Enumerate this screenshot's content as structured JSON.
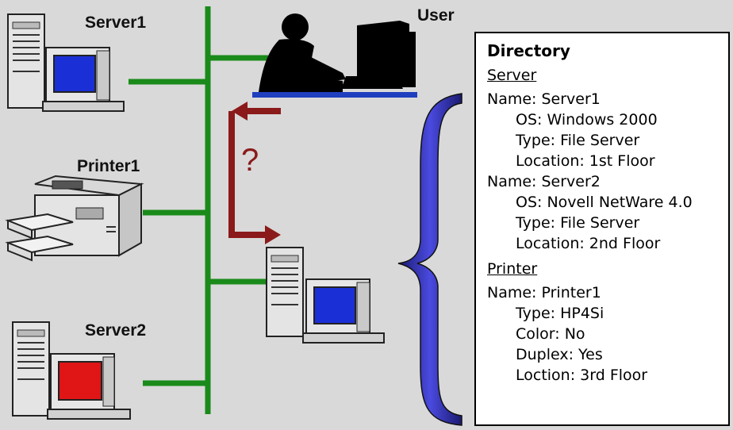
{
  "labels": {
    "server1": "Server1",
    "printer1": "Printer1",
    "server2": "Server2",
    "user": "User",
    "question": "?"
  },
  "directory": {
    "title": "Directory",
    "server_heading": "Server",
    "server1": {
      "name": "Name: Server1",
      "os": "OS: Windows 2000",
      "type": "Type: File Server",
      "location": "Location: 1st Floor"
    },
    "server2": {
      "name": "Name: Server2",
      "os": "OS: Novell NetWare 4.0",
      "type": "Type: File Server",
      "location": "Location: 2nd Floor"
    },
    "printer_heading": "Printer",
    "printer1": {
      "name": "Name: Printer1",
      "type": "Type: HP4Si",
      "color": "Color: No",
      "duplex": "Duplex: Yes",
      "location": "Loction: 3rd Floor"
    }
  },
  "colors": {
    "network": "#1a8a1a",
    "arrow": "#8b1a1a",
    "brace": "#2a2aa8",
    "screen_server1": "#1b2fd6",
    "screen_server2": "#e01515",
    "screen_workstation": "#1b2fd6"
  }
}
